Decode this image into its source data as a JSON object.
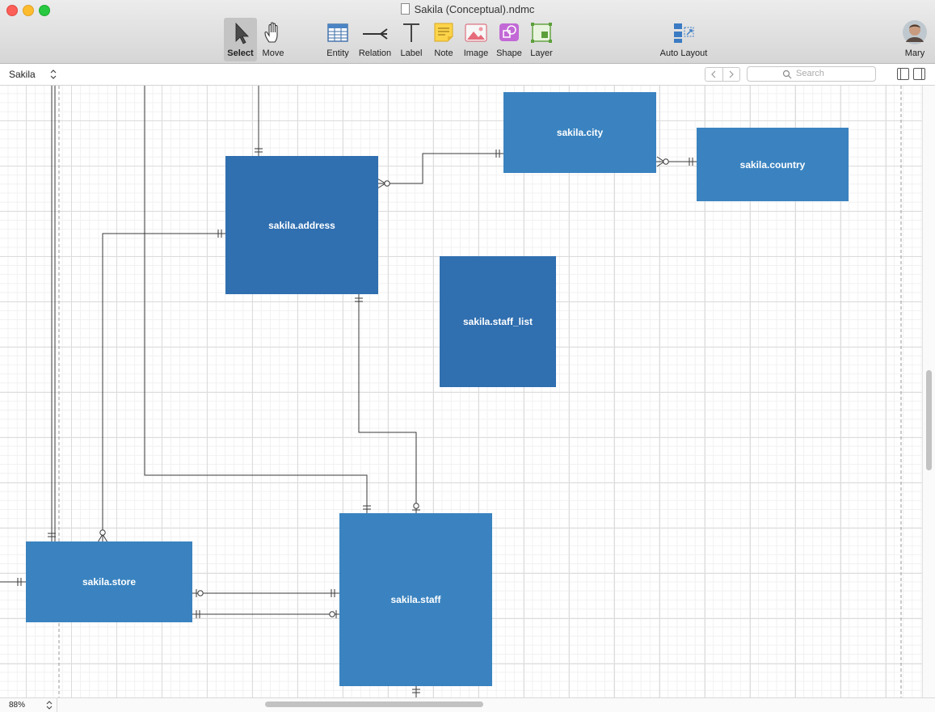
{
  "window": {
    "title": "Sakila (Conceptual).ndmc"
  },
  "toolbar": {
    "tools": [
      {
        "id": "select",
        "label": "Select",
        "icon": "arrow-cursor-icon",
        "selected": true
      },
      {
        "id": "move",
        "label": "Move",
        "icon": "hand-icon"
      },
      {
        "id": "entity",
        "label": "Entity",
        "icon": "table-icon"
      },
      {
        "id": "relation",
        "label": "Relation",
        "icon": "relation-icon"
      },
      {
        "id": "label",
        "label": "Label",
        "icon": "text-t-icon"
      },
      {
        "id": "note",
        "label": "Note",
        "icon": "note-icon"
      },
      {
        "id": "image",
        "label": "Image",
        "icon": "image-icon"
      },
      {
        "id": "shape",
        "label": "Shape",
        "icon": "shape-icon"
      },
      {
        "id": "layer",
        "label": "Layer",
        "icon": "layer-icon"
      },
      {
        "id": "autolayout",
        "label": "Auto Layout",
        "icon": "auto-layout-icon"
      }
    ],
    "user": {
      "name": "Mary",
      "icon": "avatar-icon"
    }
  },
  "subbar": {
    "diagram_selector": "Sakila",
    "search_placeholder": "Search"
  },
  "diagram": {
    "entities": [
      {
        "id": "city",
        "name": "sakila.city",
        "color": "#3a83c0"
      },
      {
        "id": "country",
        "name": "sakila.country",
        "color": "#3a83c0"
      },
      {
        "id": "address",
        "name": "sakila.address",
        "color": "#306fb0"
      },
      {
        "id": "staff_list",
        "name": "sakila.staff_list",
        "color": "#306fb0"
      },
      {
        "id": "store",
        "name": "sakila.store",
        "color": "#3a83c0"
      },
      {
        "id": "staff",
        "name": "sakila.staff",
        "color": "#3a83c0"
      }
    ]
  },
  "status": {
    "zoom": "88%"
  }
}
